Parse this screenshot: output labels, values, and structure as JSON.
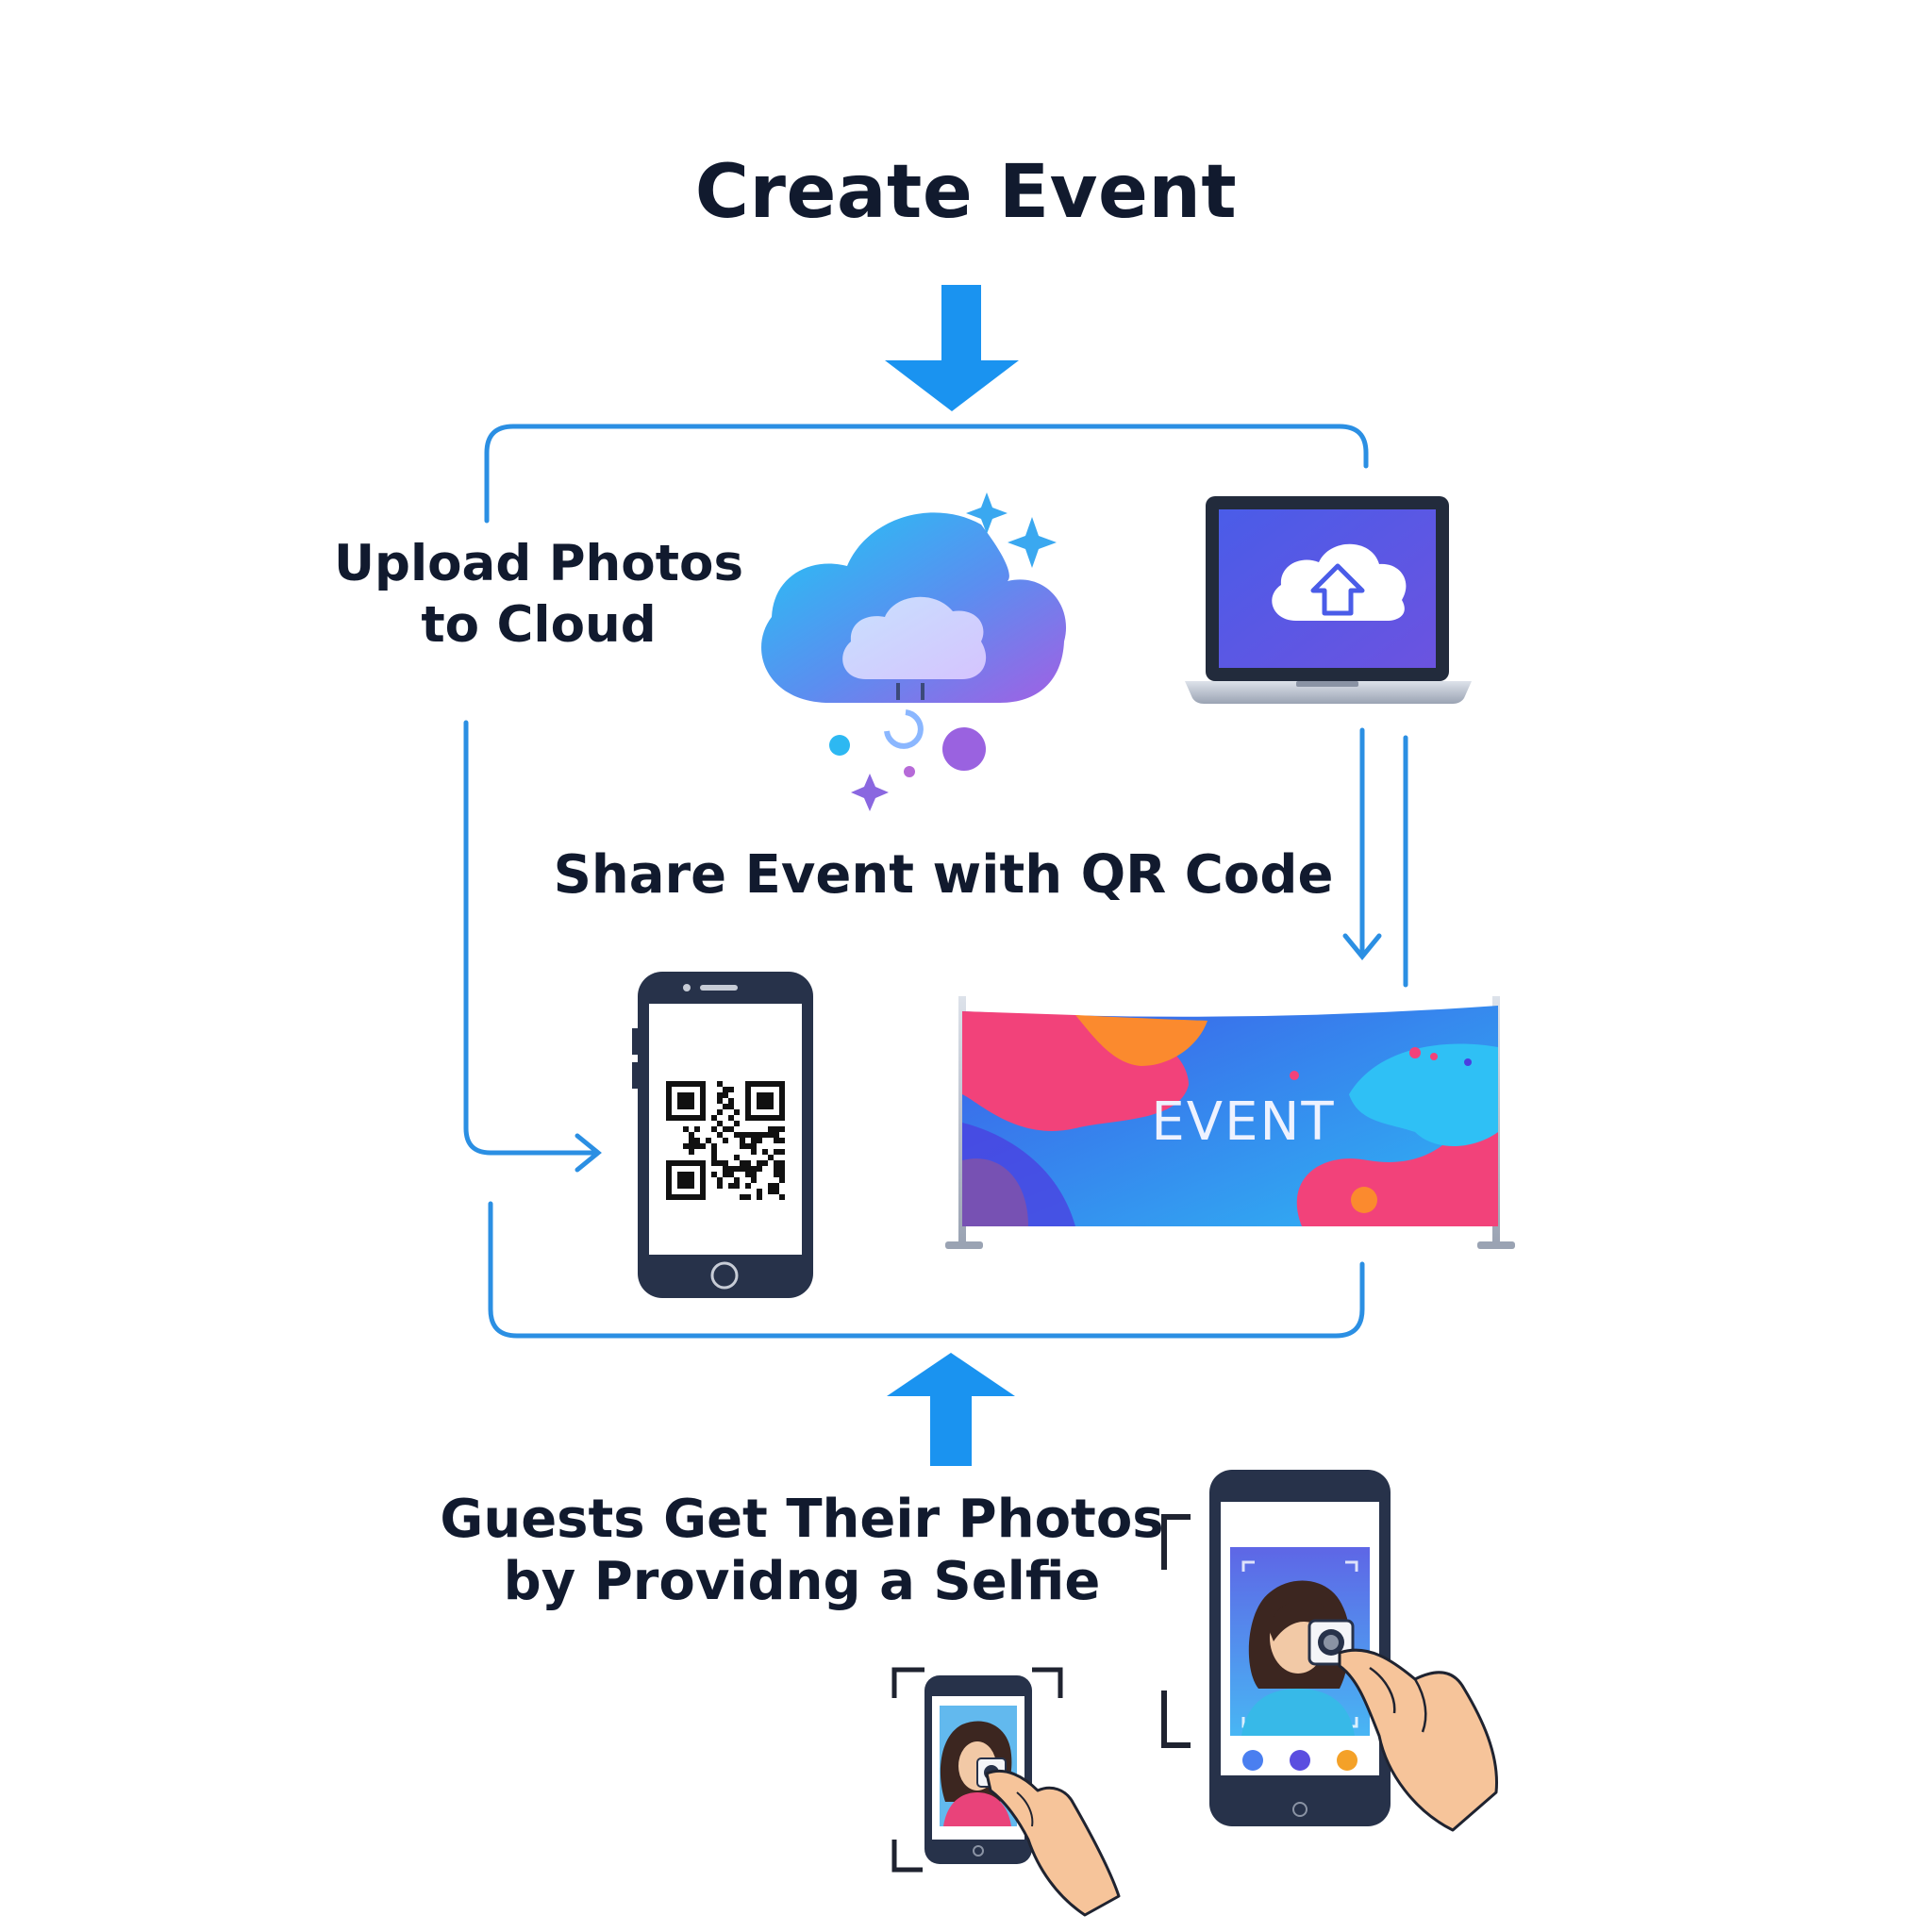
{
  "diagram": {
    "title": "Create Event",
    "steps": {
      "upload": {
        "line1": "Upload Photos",
        "line2": "to Cloud"
      },
      "share": "Share Event with QR Code",
      "guests": {
        "line1": "Guests Get Their Photos",
        "line2": "by Providng a Selfie"
      }
    },
    "banner_text": "EVENT"
  },
  "colors": {
    "flow_line": "#2b8fe3",
    "arrow_fill": "#1a93f0",
    "text": "#111a2e",
    "device_frame": "#27324a"
  },
  "icons": [
    "down-arrow-icon",
    "up-arrow-icon",
    "cloud-icon",
    "laptop-icon",
    "cloud-upload-icon",
    "phone-qr-icon",
    "qr-code-icon",
    "event-banner-icon",
    "selfie-phone-icon",
    "hand-icon",
    "sparkle-icon"
  ]
}
